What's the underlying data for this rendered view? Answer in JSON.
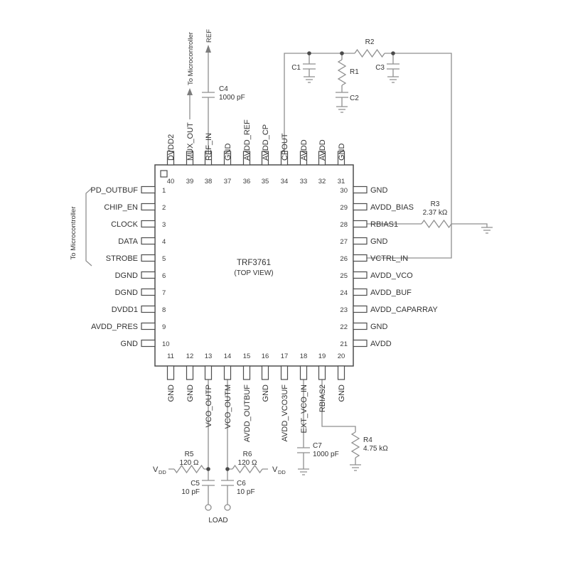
{
  "chip": {
    "name": "TRF3761",
    "view": "(TOP VIEW)",
    "pins": {
      "left": [
        {
          "num": "1",
          "label": "PD_OUTBUF"
        },
        {
          "num": "2",
          "label": "CHIP_EN"
        },
        {
          "num": "3",
          "label": "CLOCK"
        },
        {
          "num": "4",
          "label": "DATA"
        },
        {
          "num": "5",
          "label": "STROBE"
        },
        {
          "num": "6",
          "label": "DGND"
        },
        {
          "num": "7",
          "label": "DGND"
        },
        {
          "num": "8",
          "label": "DVDD1"
        },
        {
          "num": "9",
          "label": "AVDD_PRES"
        },
        {
          "num": "10",
          "label": "GND"
        }
      ],
      "top": [
        {
          "num": "40",
          "label": "DVDD2"
        },
        {
          "num": "39",
          "label": "MUX_OUT"
        },
        {
          "num": "38",
          "label": "REF_IN"
        },
        {
          "num": "37",
          "label": "GND"
        },
        {
          "num": "36",
          "label": "AVDD_REF"
        },
        {
          "num": "35",
          "label": "AVDD_CP"
        },
        {
          "num": "34",
          "label": "CPOUT"
        },
        {
          "num": "33",
          "label": "AVDD"
        },
        {
          "num": "32",
          "label": "AVDD"
        },
        {
          "num": "31",
          "label": "GND"
        }
      ],
      "right": [
        {
          "num": "30",
          "label": "GND"
        },
        {
          "num": "29",
          "label": "AVDD_BIAS"
        },
        {
          "num": "28",
          "label": "RBIAS1"
        },
        {
          "num": "27",
          "label": "GND"
        },
        {
          "num": "26",
          "label": "VCTRL_IN"
        },
        {
          "num": "25",
          "label": "AVDD_VCO"
        },
        {
          "num": "24",
          "label": "AVDD_BUF"
        },
        {
          "num": "23",
          "label": "AVDD_CAPARRAY"
        },
        {
          "num": "22",
          "label": "GND"
        },
        {
          "num": "21",
          "label": "AVDD"
        }
      ],
      "bottom": [
        {
          "num": "11",
          "label": "GND"
        },
        {
          "num": "12",
          "label": "GND"
        },
        {
          "num": "13",
          "label": "VCO_OUTP"
        },
        {
          "num": "14",
          "label": "VCO_OUTM"
        },
        {
          "num": "15",
          "label": "AVDD_OUTBUF"
        },
        {
          "num": "16",
          "label": "GND"
        },
        {
          "num": "17",
          "label": "AVDD_VCO3UF"
        },
        {
          "num": "18",
          "label": "EXT_VCO_IN"
        },
        {
          "num": "19",
          "label": "RBIAS2"
        },
        {
          "num": "20",
          "label": "GND"
        }
      ]
    }
  },
  "components": {
    "C1": {
      "ref": "C1"
    },
    "C2": {
      "ref": "C2"
    },
    "C3": {
      "ref": "C3"
    },
    "C4": {
      "ref": "C4",
      "value": "1000 pF"
    },
    "C5": {
      "ref": "C5",
      "value": "10 pF"
    },
    "C6": {
      "ref": "C6",
      "value": "10 pF"
    },
    "C7": {
      "ref": "C7",
      "value": "1000 pF"
    },
    "R1": {
      "ref": "R1"
    },
    "R2": {
      "ref": "R2"
    },
    "R3": {
      "ref": "R3",
      "value": "2.37 kΩ"
    },
    "R4": {
      "ref": "R4",
      "value": "4.75 kΩ"
    },
    "R5": {
      "ref": "R5",
      "value": "120 Ω"
    },
    "R6": {
      "ref": "R6",
      "value": "120 Ω"
    }
  },
  "annotations": {
    "to_microcontroller_left": "To Microcontroller",
    "to_microcontroller_top": "To Microcontroller",
    "ref_arrow": "REF",
    "load": "LOAD",
    "vdd": "V",
    "vdd_sub": "DD"
  }
}
